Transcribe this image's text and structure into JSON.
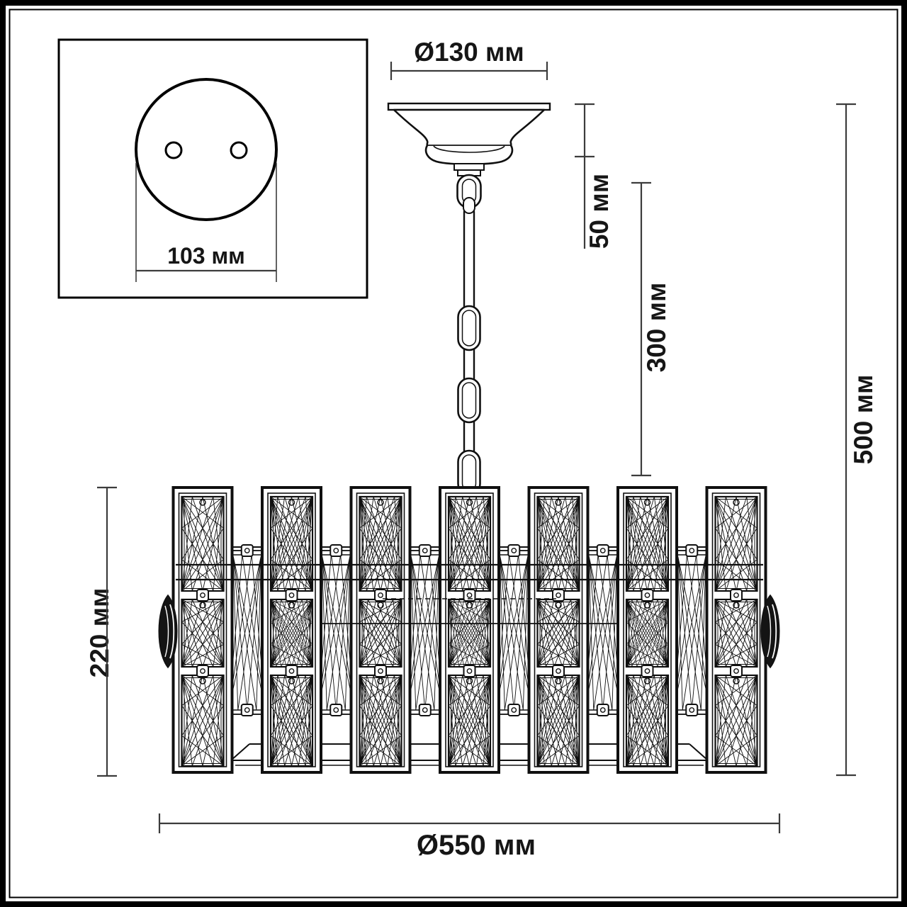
{
  "document": {
    "type": "technical dimension drawing",
    "subject": "crystal chandelier with chain suspension",
    "units": "мм"
  },
  "colors": {
    "background": "#ffffff",
    "line": "#101010",
    "dimension": "#3c3c3c",
    "text": "#161616"
  },
  "dimensions": {
    "canopy_diameter": "Ø130 мм",
    "canopy_height": "50 мм",
    "chain_length": "300 мм",
    "overall_height": "500 мм",
    "body_height": "220 мм",
    "body_diameter": "Ø550 мм",
    "mounting_plate_width": "103 мм"
  }
}
